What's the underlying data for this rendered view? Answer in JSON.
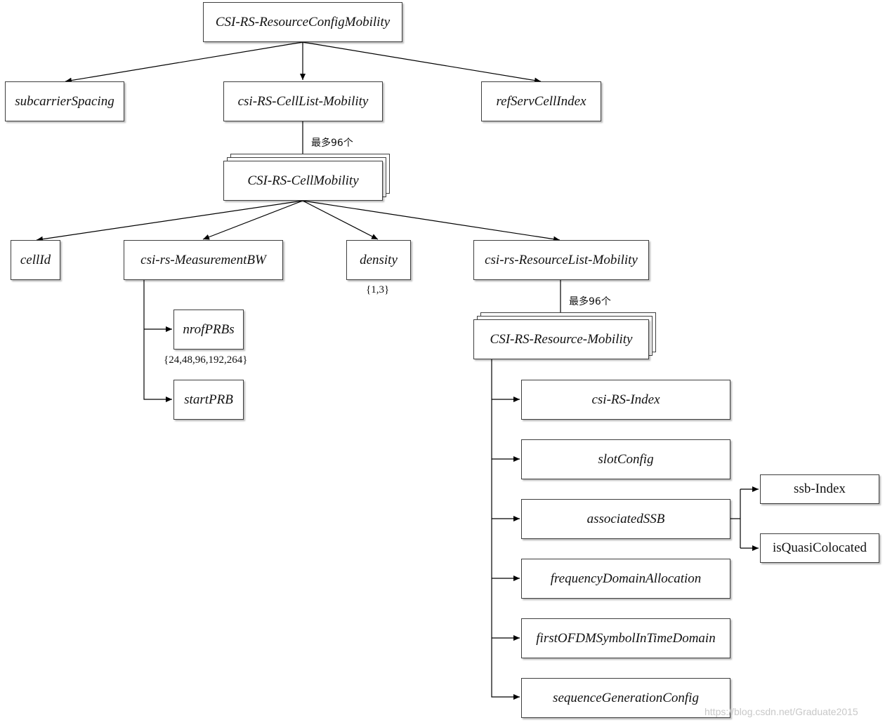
{
  "nodes": {
    "root": "CSI-RS-ResourceConfigMobility",
    "subcarrierSpacing": "subcarrierSpacing",
    "cellList": "csi-RS-CellList-Mobility",
    "refServCellIndex": "refServCellIndex",
    "cellMobility": "CSI-RS-CellMobility",
    "cellId": "cellId",
    "measurementBW": "csi-rs-MeasurementBW",
    "density": "density",
    "resourceList": "csi-rs-ResourceList-Mobility",
    "nrofPRBs": "nrofPRBs",
    "startPRB": "startPRB",
    "resourceMobility": "CSI-RS-Resource-Mobility",
    "csiRsIndex": "csi-RS-Index",
    "slotConfig": "slotConfig",
    "associatedSSB": "associatedSSB",
    "frequencyDomainAllocation": "frequencyDomainAllocation",
    "firstOFDMSymbol": "firstOFDMSymbolInTimeDomain",
    "sequenceGenerationConfig": "sequenceGenerationConfig",
    "ssbIndex": "ssb-Index",
    "isQuasiColocated": "isQuasiColocated"
  },
  "annotations": {
    "max96_cells": "最多96个",
    "max96_resources": "最多96个",
    "density_values": "{1,3}",
    "nrofPRBs_values": "{24,48,96,192,264}"
  },
  "watermark": "https://blog.csdn.net/Graduate2015"
}
